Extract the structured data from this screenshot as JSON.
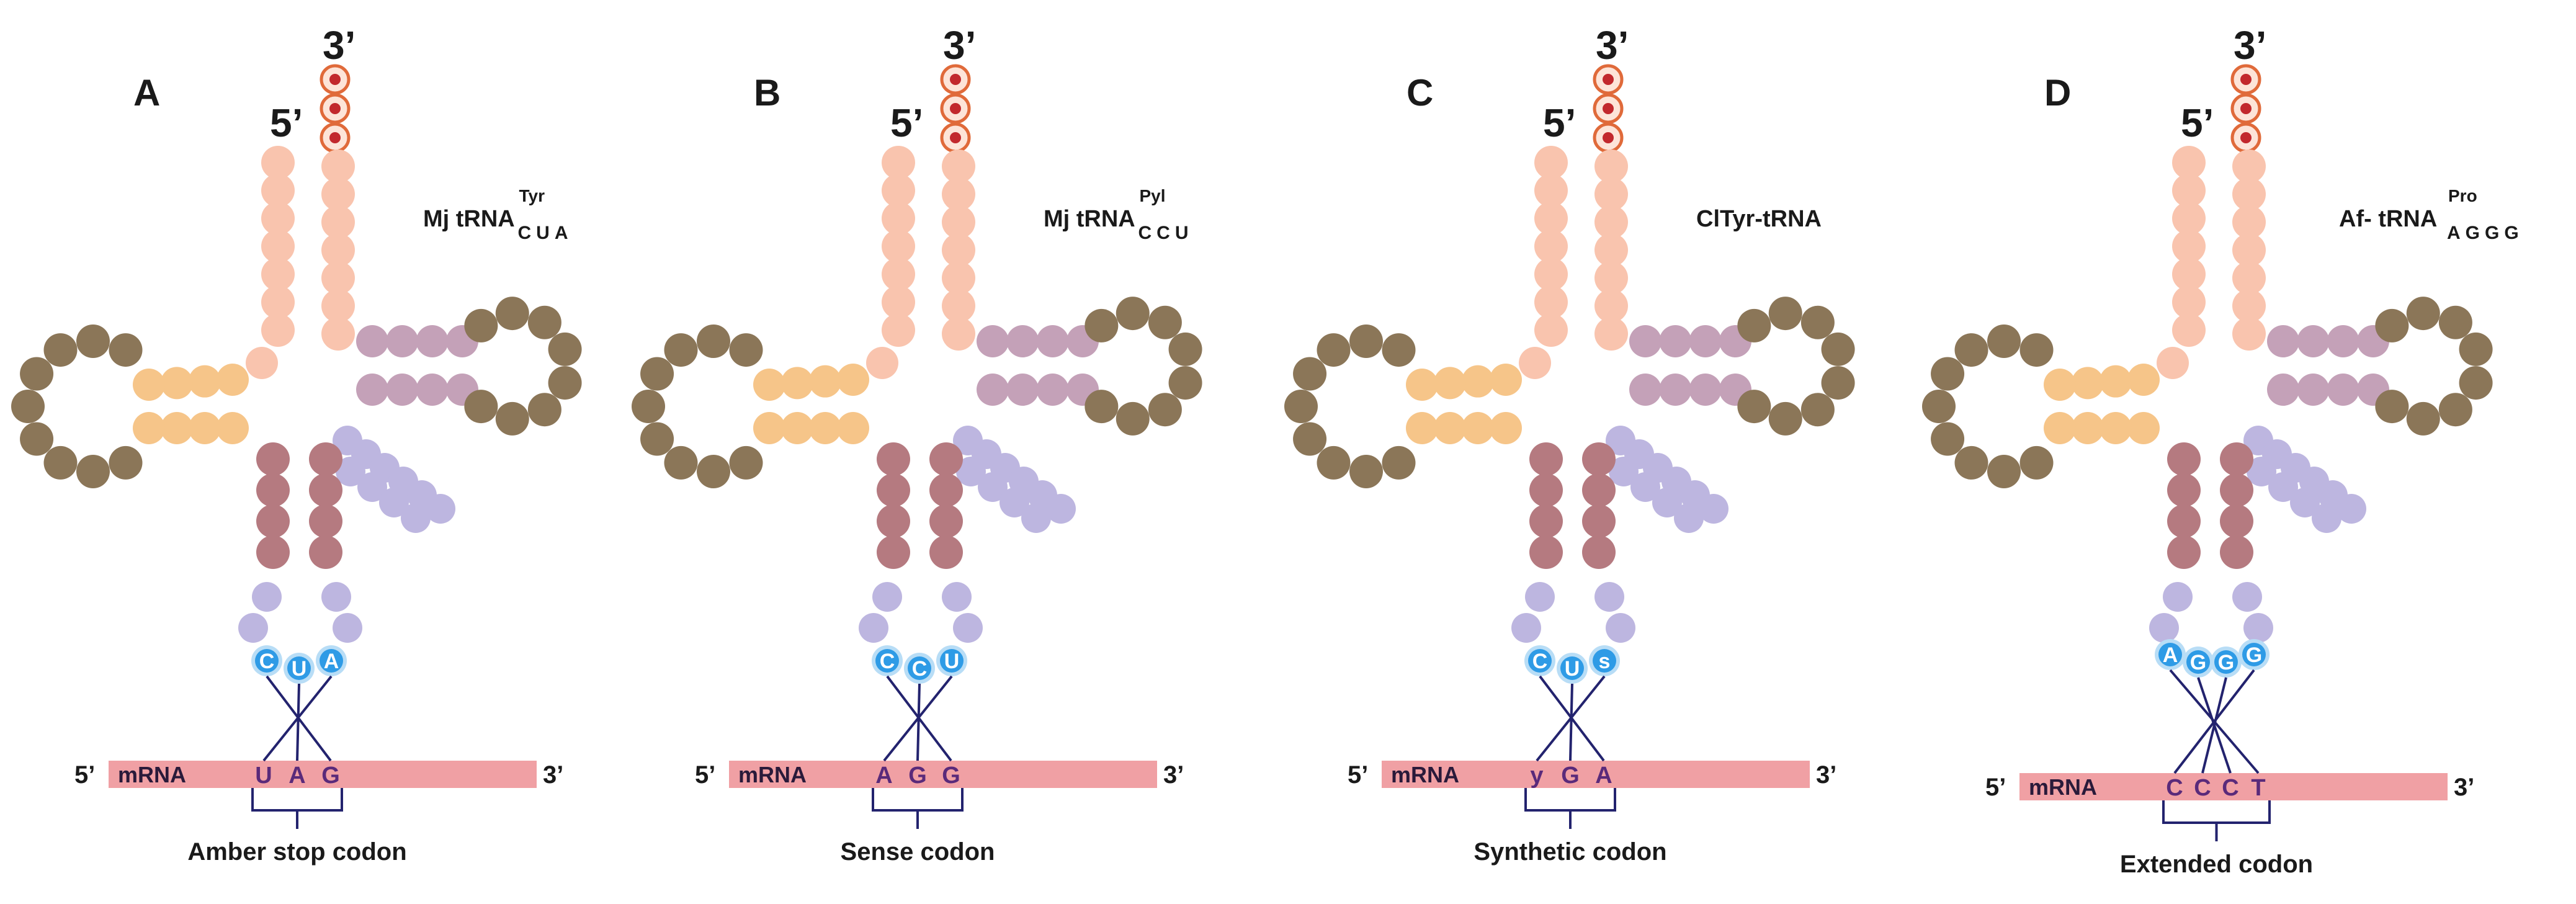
{
  "colors": {
    "acceptor": "#f9c4ae",
    "d_arm": "#f6c589",
    "d_loop": "#8b7658",
    "t_stem": "#c4a1b8",
    "t_loop": "#8b7658",
    "variable": "#bdb6e0",
    "anticodon_stem": "#b57a80",
    "anticodon_loop": "#bdb6e0",
    "anticodon_base": "#2e9be6",
    "cca": "#e06a3a",
    "mrna": "#f0a0a4",
    "pairing_line": "#23236e"
  },
  "panels": [
    {
      "letter": "A",
      "label_5": "5’",
      "label_3": "3’",
      "trna_name": "Mj tRNA",
      "trna_sup": "Tyr",
      "trna_sub": "CUA",
      "anticodon": [
        "C",
        "U",
        "A"
      ],
      "mrna_5": "5’",
      "mrna_label": "mRNA",
      "codon": [
        "U",
        "A",
        "G"
      ],
      "mrna_3": "3’",
      "caption": "Amber stop codon"
    },
    {
      "letter": "B",
      "label_5": "5’",
      "label_3": "3’",
      "trna_name": "Mj tRNA",
      "trna_sup": "Pyl",
      "trna_sub": "CCU",
      "anticodon": [
        "C",
        "C",
        "U"
      ],
      "mrna_5": "5’",
      "mrna_label": "mRNA",
      "codon": [
        "A",
        "G",
        "G"
      ],
      "mrna_3": "3’",
      "caption": "Sense codon"
    },
    {
      "letter": "C",
      "label_5": "5’",
      "label_3": "3’",
      "trna_name": "ClTyr-tRNA",
      "trna_sup": "",
      "trna_sub": "",
      "anticodon": [
        "C",
        "U",
        "s"
      ],
      "mrna_5": "5’",
      "mrna_label": "mRNA",
      "codon": [
        "y",
        "G",
        "A"
      ],
      "mrna_3": "3’",
      "caption": "Synthetic codon"
    },
    {
      "letter": "D",
      "label_5": "5’",
      "label_3": "3’",
      "trna_name": "Af- tRNA",
      "trna_sup": "Pro",
      "trna_sub": "AGGG",
      "anticodon": [
        "A",
        "G",
        "G",
        "G"
      ],
      "mrna_5": "5’",
      "mrna_label": "mRNA",
      "codon": [
        "C",
        "C",
        "C",
        "T"
      ],
      "mrna_3": "3’",
      "caption": "Extended codon"
    }
  ]
}
